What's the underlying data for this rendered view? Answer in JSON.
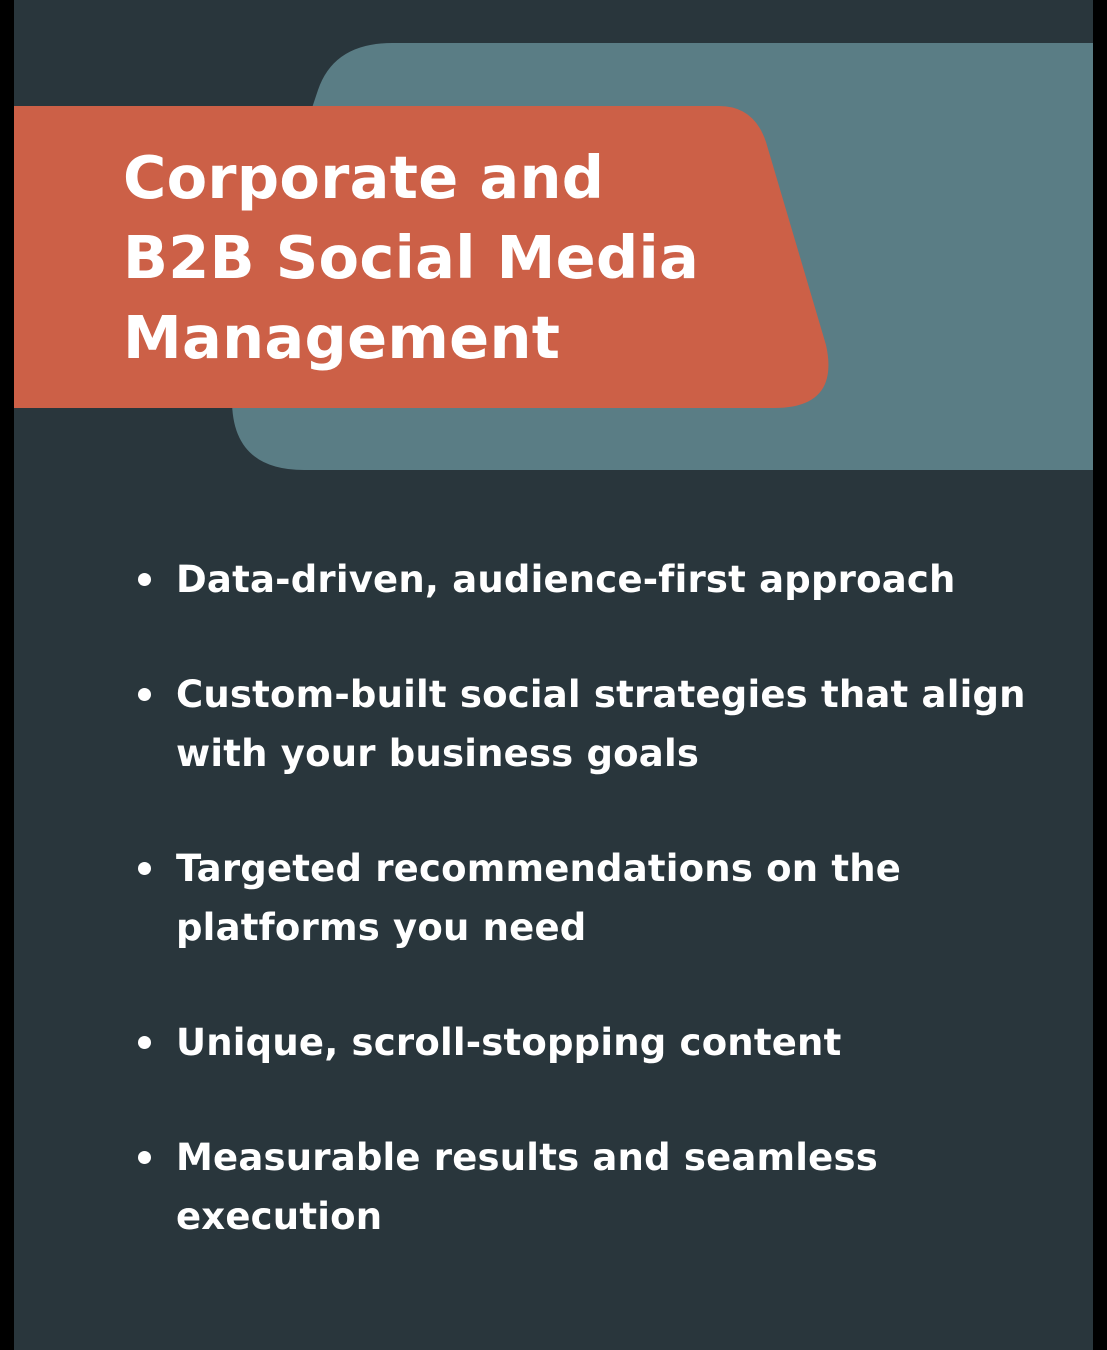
{
  "colors": {
    "background": "#29363c",
    "teal_shape": "#5a7d85",
    "orange_shape": "#cc6047",
    "text": "#ffffff"
  },
  "title": {
    "lines": [
      "Corporate and",
      "B2B Social Media",
      "Management"
    ]
  },
  "bullets": [
    {
      "lines": [
        "Data-driven, audience-first approach"
      ]
    },
    {
      "lines": [
        "Custom-built social strategies that align",
        "with your business goals"
      ]
    },
    {
      "lines": [
        "Targeted recommendations on the",
        "platforms you need"
      ]
    },
    {
      "lines": [
        "Unique, scroll-stopping content"
      ]
    },
    {
      "lines": [
        "Measurable results and seamless",
        "execution"
      ]
    }
  ]
}
